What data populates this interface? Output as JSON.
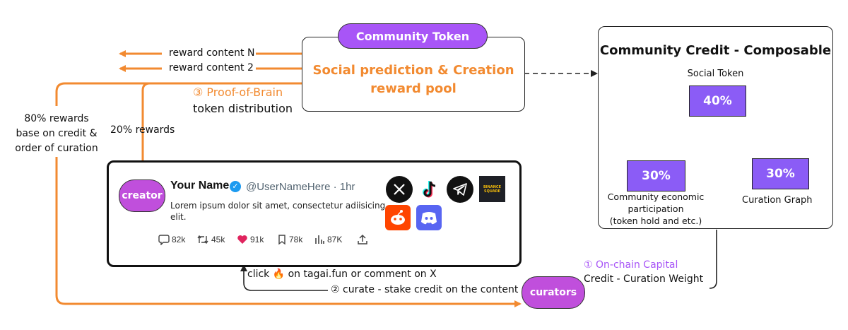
{
  "colors": {
    "orange": "#f28a30",
    "purple": "#a855f7",
    "square_purple": "#8b5cf6"
  },
  "reward_arrows": [
    "reward content N",
    "reward content 2"
  ],
  "token_box": {
    "badge": "Community Token",
    "line1": "Social prediction & Creation",
    "line2": "reward pool"
  },
  "proof_of_brain": {
    "label": "③ Proof-of-Brain",
    "sublabel": "token distribution"
  },
  "rewards_80": [
    "80% rewards",
    "base on credit &",
    "order of curation"
  ],
  "rewards_20": "20% rewards",
  "post": {
    "creator_label": "creator",
    "name": "Your Name",
    "handle": "@UserNameHere · 1hr",
    "text_line1": "Lorem ipsum dolor sit amet, consectetur adiisicing",
    "text_line2": "elit.",
    "metrics": {
      "comments": "82k",
      "retweets": "45k",
      "likes": "91k",
      "bookmarks": "78k",
      "views": "87K"
    },
    "binance_label": "BINANCE SQUARE"
  },
  "credit_box": {
    "title": "Community Credit - Composable",
    "social_token": {
      "label": "Social Token",
      "value": "40%"
    },
    "economic": {
      "value": "30%",
      "label": [
        "Community economic",
        "participation",
        "(token hold and etc.)"
      ]
    },
    "curation_graph": {
      "value": "30%",
      "label": "Curation Graph"
    }
  },
  "curation_flow": {
    "click_text": "click 🔥 on tagai.fun or comment on X",
    "stake_text": "② curate - stake credit on the content",
    "curators_label": "curators",
    "onchain_label": "① On-chain Capital",
    "weight_label": "Credit - Curation Weight"
  }
}
